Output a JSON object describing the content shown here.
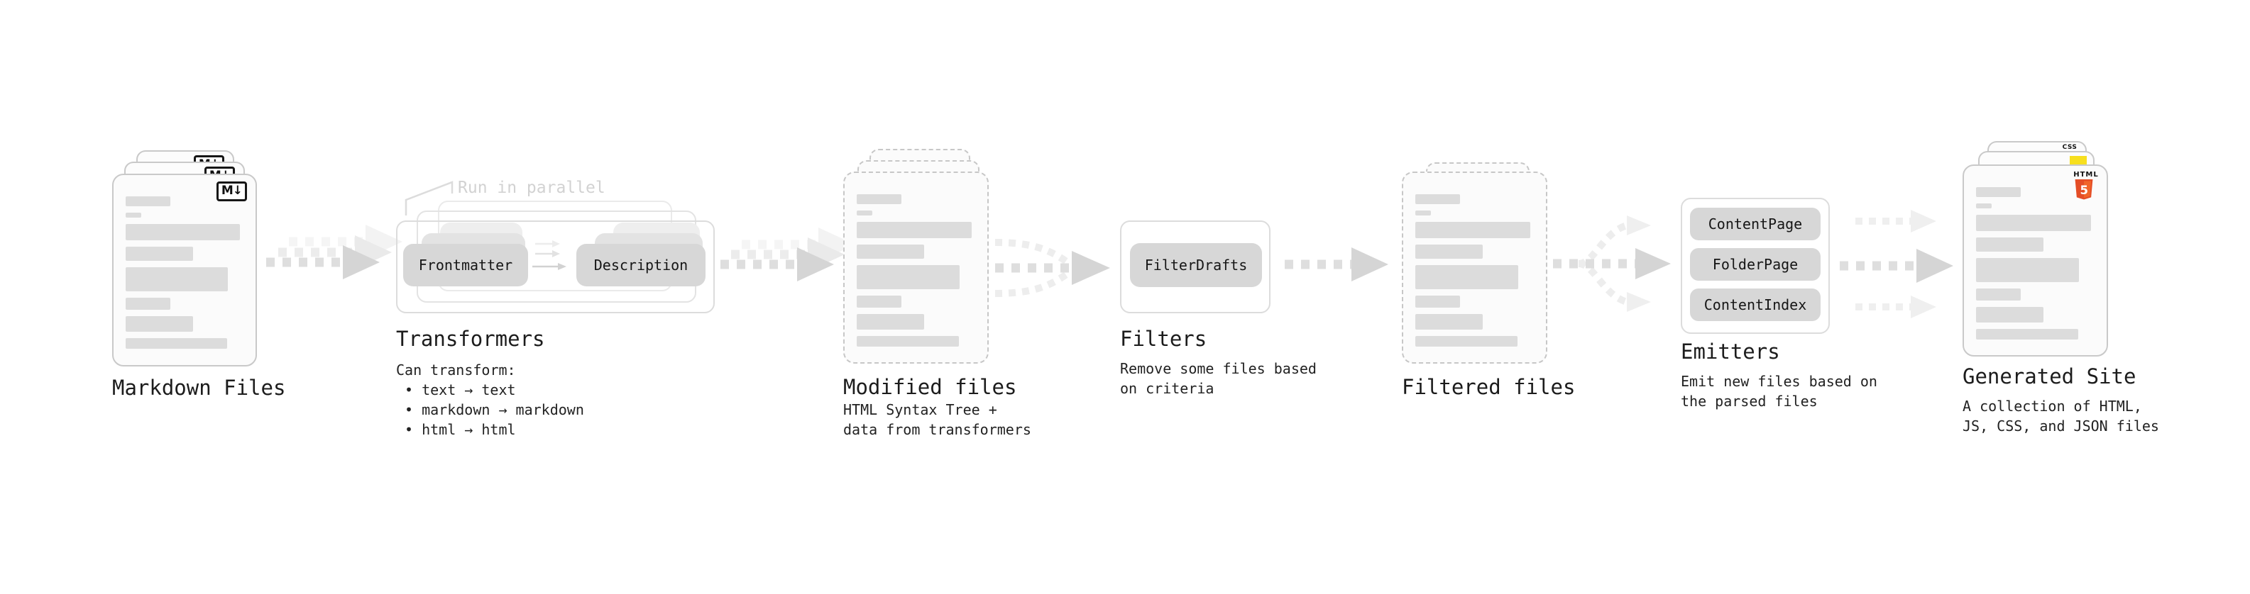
{
  "pipeline": {
    "markdown_files": {
      "title": "Markdown Files",
      "icon_label": "M↓"
    },
    "transformers": {
      "title": "Transformers",
      "annotation": "Run in parallel",
      "left_pill": "Frontmatter",
      "right_pill": "Description",
      "caption_heading": "Can transform:",
      "bullet_glyph": "•",
      "bullets": [
        "text → text",
        "markdown → markdown",
        "html → html"
      ]
    },
    "modified_files": {
      "title": "Modified files",
      "caption": [
        "HTML Syntax Tree +",
        "data from transformers"
      ]
    },
    "filters": {
      "title": "Filters",
      "pill": "FilterDrafts",
      "caption": [
        "Remove some files based",
        "on criteria"
      ]
    },
    "filtered_files": {
      "title": "Filtered files"
    },
    "emitters": {
      "title": "Emitters",
      "pills": [
        "ContentPage",
        "FolderPage",
        "ContentIndex"
      ],
      "caption": [
        "Emit new files based on",
        "the parsed files"
      ]
    },
    "generated_site": {
      "title": "Generated Site",
      "caption": [
        "A collection of HTML,",
        "JS, CSS, and JSON files"
      ],
      "css_icon_label": "CSS",
      "html5_icon_label": "HTML",
      "html5_shield_digit": "5"
    }
  },
  "document_skeleton": {
    "rows": [
      [
        38,
        14
      ],
      [
        13,
        7
      ],
      [
        97,
        23
      ],
      [
        57,
        20
      ],
      [
        87,
        34
      ],
      [
        38,
        17
      ],
      [
        57,
        22
      ],
      [
        86,
        15
      ]
    ]
  },
  "colors": {
    "ink": "#1c1c1c",
    "muted_annotation": "#d2d2d2",
    "js_yellow": "#f7df1e",
    "css_blue": "#2f6bf0",
    "html5_orange": "#e44d26",
    "html5_orange_light": "#f16529"
  }
}
